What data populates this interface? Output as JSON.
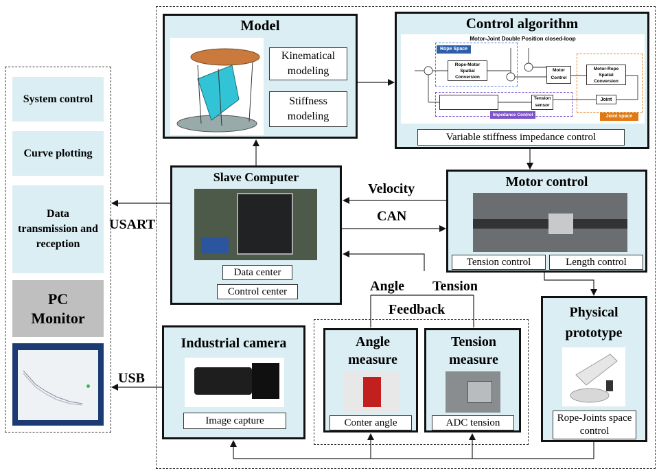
{
  "pc": {
    "items": [
      "System control",
      "Curve plotting",
      "Data transmission and reception"
    ],
    "monitor_label": "PC Monitor"
  },
  "model": {
    "title": "Model",
    "kinematical": "Kinematical modeling",
    "stiffness": "Stiffness modeling"
  },
  "control": {
    "title": "Control algorithm",
    "subtitle": "Motor-Joint Double Position  closed-loop",
    "rope_space": "Rope Space",
    "rope_motor": "Rope-Motor Spatial Conversion",
    "motor_ctrl": "Motor Control",
    "motor_rope": "Motor-Rope Spatial Conversion",
    "joint": "Joint",
    "tension_sensor": "Tension sensor",
    "impedance_label": "Impedance Control",
    "joint_space": "Joint space",
    "bottom": "Variable stiffness impedance control"
  },
  "slave": {
    "title": "Slave Computer",
    "data_center": "Data center",
    "control_center": "Control center"
  },
  "motor": {
    "title": "Motor control",
    "tension": "Tension control",
    "length": "Length control"
  },
  "links": {
    "velocity": "Velocity",
    "can": "CAN",
    "usart": "USART",
    "usb": "USB",
    "angle": "Angle",
    "tension": "Tension",
    "feedback": "Feedback"
  },
  "camera": {
    "title": "Industrial camera",
    "caption": "Image capture"
  },
  "angle": {
    "title": "Angle measure",
    "caption": "Conter angle"
  },
  "tension_m": {
    "title": "Tension measure",
    "caption": "ADC tension"
  },
  "physical": {
    "title": "Physical prototype",
    "caption": "Rope-Joints space control"
  }
}
